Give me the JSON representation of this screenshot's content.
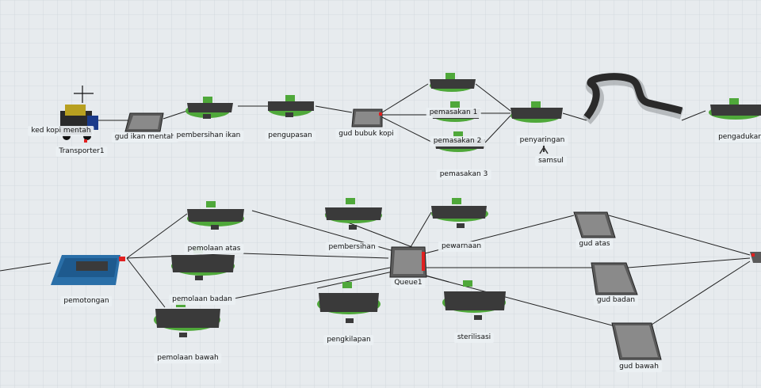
{
  "scene": {
    "theme": {
      "floor": "#e7ebee",
      "grid": "#cfd6db",
      "link": "#202020",
      "machine": "#4fa83a",
      "belt": "#3a3a3a",
      "queue": "#5a5a5a"
    },
    "labels": {
      "ked_kopi_mentah": "ked kopi mentah",
      "transporter1": "Transporter1",
      "gud_ikan_mentah": "gud ikan mentah",
      "pembersihan_ikan": "pembersihan ikan",
      "pengupasan": "pengupasan",
      "gud_bubuk_kopi": "gud bubuk kopi",
      "pemasakan_1": "pemasakan 1",
      "pemasakan_2": "pemasakan 2",
      "pemasakan_3": "pemasakan 3",
      "penyaringan": "penyaringan",
      "samsul": "samsul",
      "pengadukan": "pengadukan",
      "pemotongan": "pemotongan",
      "pemolaan_atas": "pemolaan atas",
      "pemolaan_badan": "pemolaan badan",
      "pemolaan_bawah": "pemolaan bawah",
      "pembersihan": "pembersihan",
      "queue1": "Queue1",
      "pewarnaan": "pewarnaan",
      "pengkilapan": "pengkilapan",
      "sterilisasi": "sterilisasi",
      "gud_atas": "gud atas",
      "gud_badan": "gud badan",
      "gud_bawah": "gud bawah"
    },
    "icons": {
      "cursor": "crosshair-icon",
      "transporter": "forklift-icon",
      "sink": "sink-icon"
    }
  }
}
